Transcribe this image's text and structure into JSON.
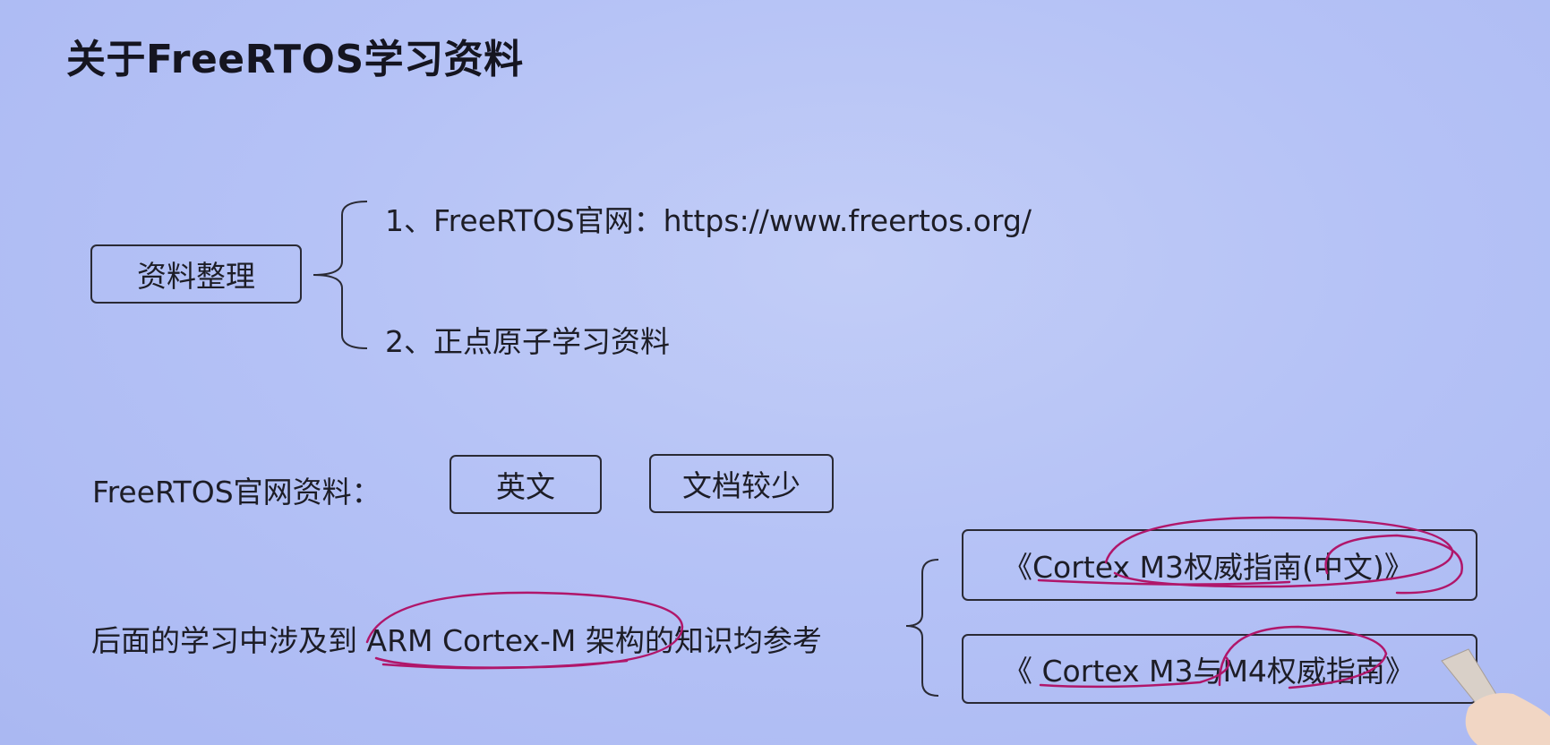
{
  "title": "关于FreeRTOS学习资料",
  "section1": {
    "box_label": "资料整理",
    "items": [
      "1、FreeRTOS官网：https://www.freertos.org/",
      "2、正点原子学习资料"
    ]
  },
  "section2": {
    "label": "FreeRTOS官网资料：",
    "tags": [
      "英文",
      "文档较少"
    ]
  },
  "section3": {
    "label": "后面的学习中涉及到 ARM Cortex-M 架构的知识均参考",
    "books": [
      "《Cortex M3权威指南(中文)》",
      "《 Cortex M3与M4权威指南》"
    ]
  },
  "colors": {
    "background": "#b5c2f6",
    "annotation": "#b0166a"
  }
}
